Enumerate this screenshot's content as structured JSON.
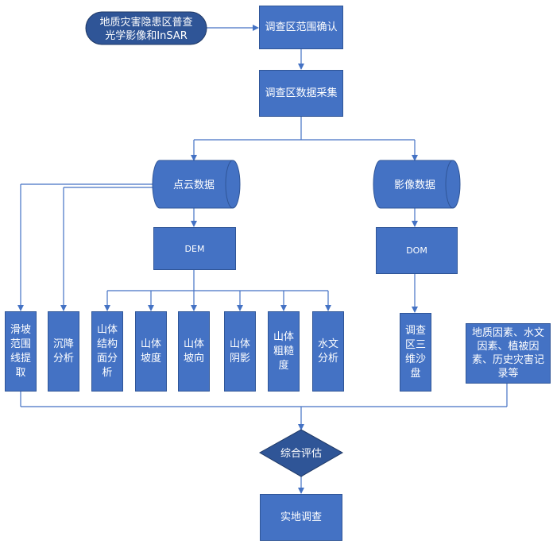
{
  "start": {
    "line1": "地质灾害隐患区普查",
    "line2": "光学影像和InSAR"
  },
  "steps": {
    "confirm": "调查区范围确认",
    "collect": "调查区数据采集",
    "point_cloud": "点云数据",
    "image_data": "影像数据",
    "dem": "DEM",
    "dom": "DOM",
    "sandtable": "调查区三维沙盘",
    "factors": "地质因素、水文因素、植被因素、历史灾害记录等",
    "evaluate": "综合评估",
    "survey": "实地调查"
  },
  "analyses": [
    "滑坡范围线提取",
    "沉降分析",
    "山体结构面分析",
    "山体坡度",
    "山体坡向",
    "山体阴影",
    "山体粗糙度",
    "水文分析"
  ],
  "colors": {
    "fill": "#4472C4",
    "border": "#2F5597",
    "text": "#FFFFFF",
    "connector": "#4472C4"
  }
}
